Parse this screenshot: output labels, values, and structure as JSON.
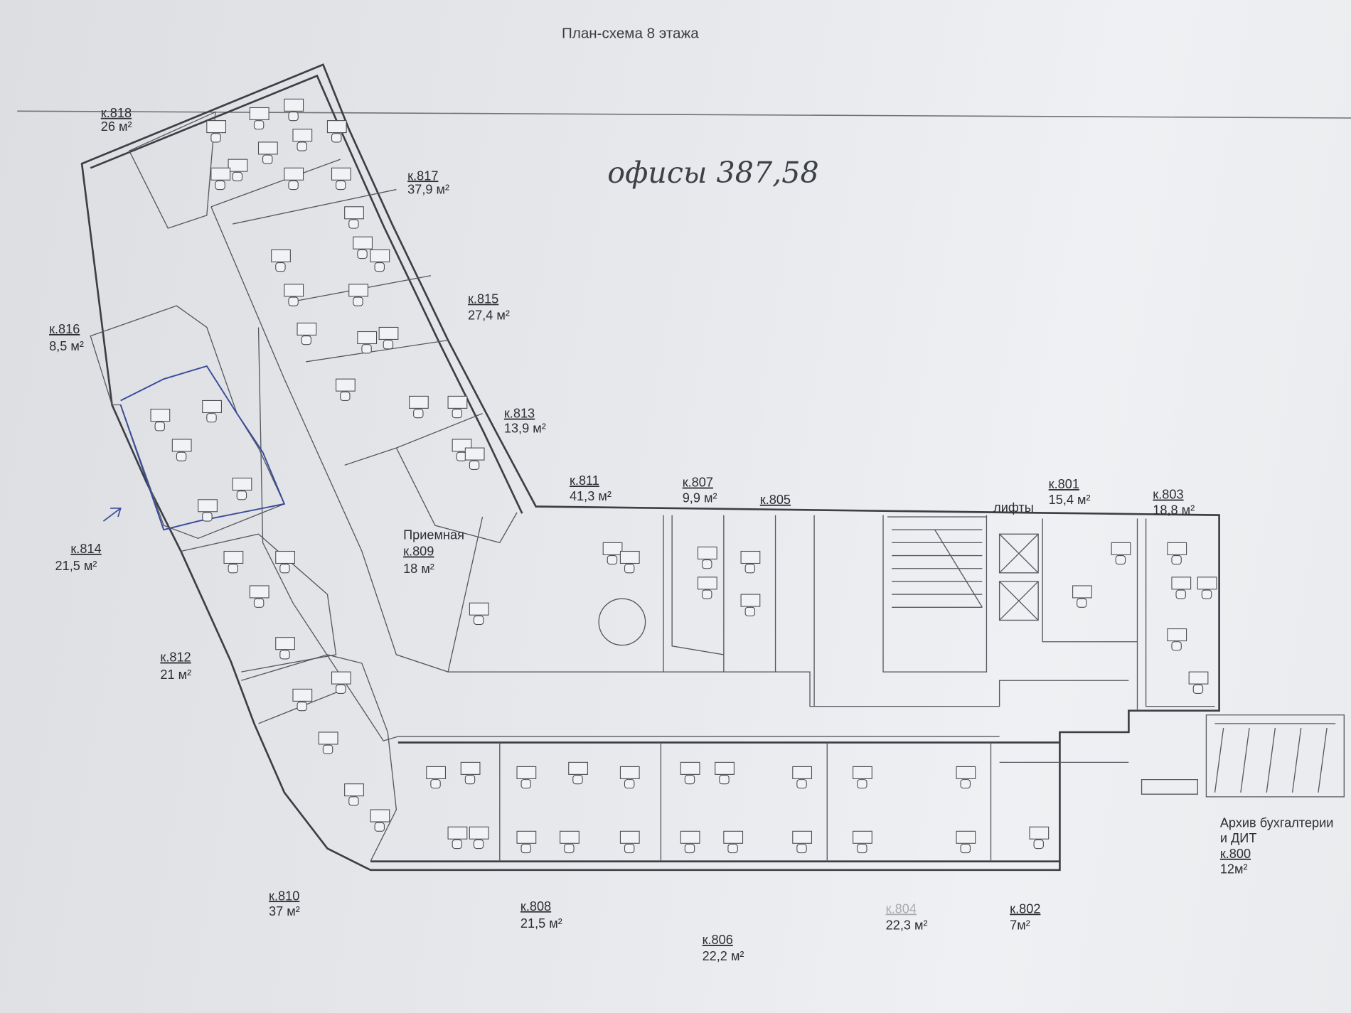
{
  "document": {
    "title": "План-схема 8 этажа",
    "handwritten_note": "офисы 387,58",
    "elevators_label": "лифты"
  },
  "rooms": [
    {
      "id": "к.818",
      "area": "26 м²"
    },
    {
      "id": "к.817",
      "area": "37,9 м²"
    },
    {
      "id": "к.815",
      "area": "27,4 м²"
    },
    {
      "id": "к.816",
      "area": "8,5 м²"
    },
    {
      "id": "к.813",
      "area": "13,9 м²"
    },
    {
      "id": "к.811",
      "area": "41,3 м²"
    },
    {
      "id": "к.807",
      "area": "9,9 м²"
    },
    {
      "id": "к.805",
      "area": ""
    },
    {
      "id": "к.801",
      "area": "15,4 м²"
    },
    {
      "id": "к.803",
      "area": "18,8 м²"
    },
    {
      "id": "к.809",
      "area": "18 м²",
      "name": "Приемная"
    },
    {
      "id": "к.814",
      "area": "21,5 м²"
    },
    {
      "id": "к.812",
      "area": "21 м²"
    },
    {
      "id": "к.810",
      "area": "37 м²"
    },
    {
      "id": "к.808",
      "area": "21,5 м²"
    },
    {
      "id": "к.806",
      "area": "22,2 м²"
    },
    {
      "id": "к.804",
      "area": "22,3 м²"
    },
    {
      "id": "к.802",
      "area": "7м²"
    },
    {
      "id": "к.800",
      "area": "12м²",
      "name": "Архив бухгалтерии и ДИТ"
    }
  ],
  "colors": {
    "paper": "#e6e8ec",
    "ink": "#3d3f45",
    "pen_mark": "#3b4a9a"
  }
}
